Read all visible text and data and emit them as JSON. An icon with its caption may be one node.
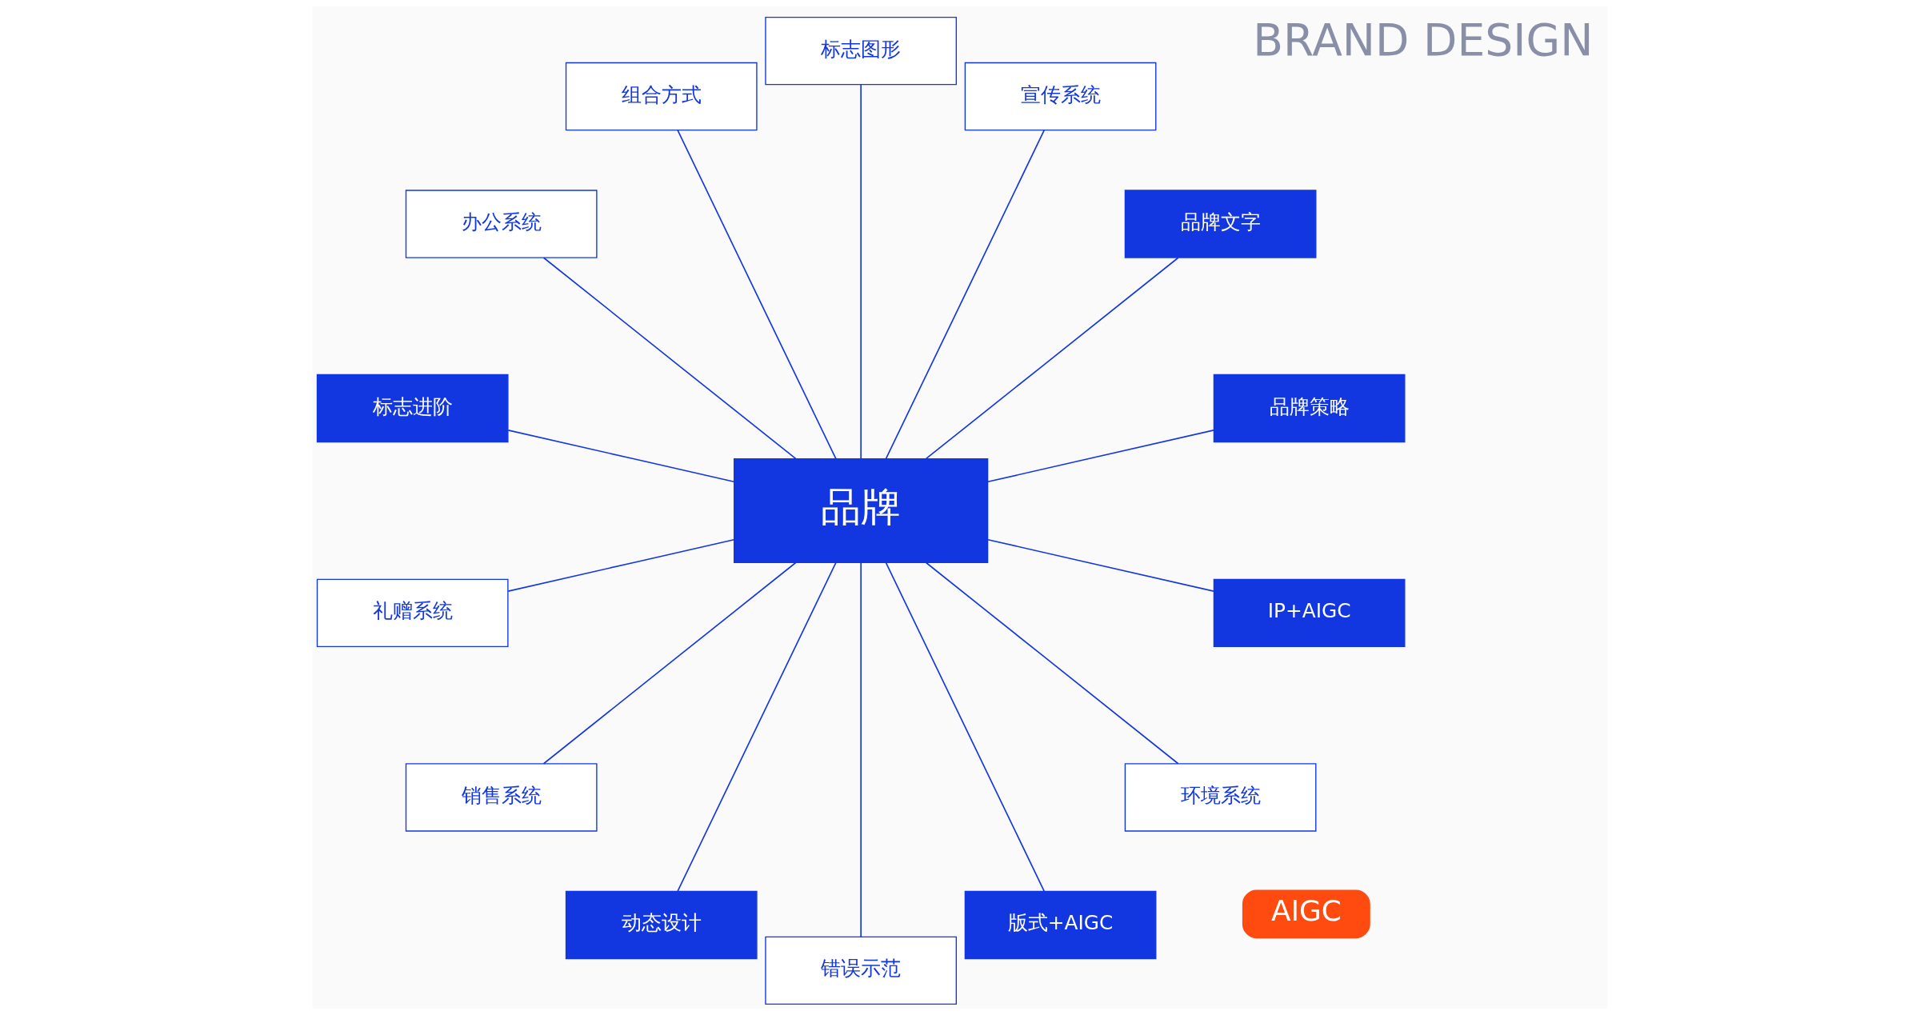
{
  "diagram": {
    "nodes": [
      {
        "text": [
          "品牌"
        ]
      },
      {
        "text": [
          "品牌策略"
        ]
      },
      {
        "text": [
          "品牌文字"
        ]
      },
      {
        "text": [
          "宣传系统"
        ]
      },
      {
        "text": [
          "标志图形"
        ]
      },
      {
        "text": [
          "组合方式"
        ]
      },
      {
        "text": [
          "办公系统"
        ]
      },
      {
        "text": [
          "标志进阶"
        ]
      },
      {
        "text": [
          "礼赠系统"
        ]
      },
      {
        "text": [
          "销售系统"
        ]
      },
      {
        "text": [
          "动态设计"
        ]
      },
      {
        "text": [
          "错误示范"
        ]
      },
      {
        "text": [
          "版式+AIGC"
        ]
      },
      {
        "text": [
          "环境系统"
        ]
      },
      {
        "text": [
          "IP+AIGC"
        ]
      }
    ],
    "edges": [
      {
        "from": 1,
        "to": 0,
        "arrow": "none"
      },
      {
        "from": 2,
        "to": 0,
        "arrow": "none"
      },
      {
        "from": 3,
        "to": 0,
        "arrow": "none"
      },
      {
        "from": 4,
        "to": 0,
        "arrow": "none"
      },
      {
        "from": 5,
        "to": 0,
        "arrow": "none"
      },
      {
        "from": 6,
        "to": 0,
        "arrow": "none"
      },
      {
        "from": 7,
        "to": 0,
        "arrow": "none"
      },
      {
        "from": 8,
        "to": 0,
        "arrow": "none"
      },
      {
        "from": 9,
        "to": 0,
        "arrow": "none"
      },
      {
        "from": 10,
        "to": 0,
        "arrow": "none"
      },
      {
        "from": 11,
        "to": 0,
        "arrow": "none"
      },
      {
        "from": 12,
        "to": 0,
        "arrow": "none"
      },
      {
        "from": 13,
        "to": 0,
        "arrow": "none"
      },
      {
        "from": 14,
        "to": 0,
        "arrow": "none"
      }
    ],
    "labels": [
      "BRAND DESIGN",
      "AIGC"
    ]
  }
}
